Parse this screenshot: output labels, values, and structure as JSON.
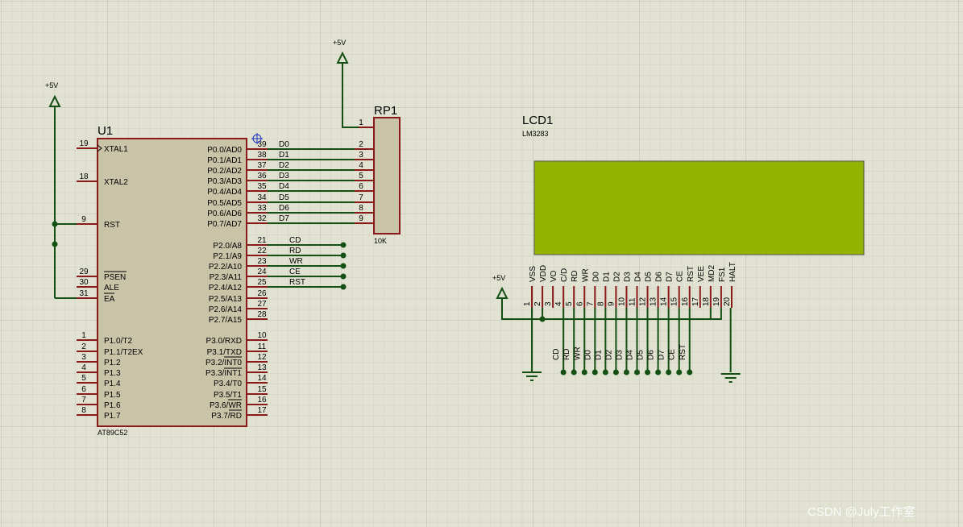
{
  "u1": {
    "ref": "U1",
    "part": "AT89C52",
    "left_pins": [
      {
        "num": "19",
        "name": "XTAL1"
      },
      {
        "num": "18",
        "name": "XTAL2"
      },
      {
        "num": "9",
        "name": "RST"
      },
      {
        "num": "29",
        "name": "PSEN"
      },
      {
        "num": "30",
        "name": "ALE"
      },
      {
        "num": "31",
        "name": "EA"
      },
      {
        "num": "1",
        "name": "P1.0/T2"
      },
      {
        "num": "2",
        "name": "P1.1/T2EX"
      },
      {
        "num": "3",
        "name": "P1.2"
      },
      {
        "num": "4",
        "name": "P1.3"
      },
      {
        "num": "5",
        "name": "P1.4"
      },
      {
        "num": "6",
        "name": "P1.5"
      },
      {
        "num": "7",
        "name": "P1.6"
      },
      {
        "num": "8",
        "name": "P1.7"
      }
    ],
    "right_pins": [
      {
        "num": "39",
        "name": "P0.0/AD0"
      },
      {
        "num": "38",
        "name": "P0.1/AD1"
      },
      {
        "num": "37",
        "name": "P0.2/AD2"
      },
      {
        "num": "36",
        "name": "P0.3/AD3"
      },
      {
        "num": "35",
        "name": "P0.4/AD4"
      },
      {
        "num": "34",
        "name": "P0.5/AD5"
      },
      {
        "num": "33",
        "name": "P0.6/AD6"
      },
      {
        "num": "32",
        "name": "P0.7/AD7"
      },
      {
        "num": "21",
        "name": "P2.0/A8"
      },
      {
        "num": "22",
        "name": "P2.1/A9"
      },
      {
        "num": "23",
        "name": "P2.2/A10"
      },
      {
        "num": "24",
        "name": "P2.3/A11"
      },
      {
        "num": "25",
        "name": "P2.4/A12"
      },
      {
        "num": "26",
        "name": "P2.5/A13"
      },
      {
        "num": "27",
        "name": "P2.6/A14"
      },
      {
        "num": "28",
        "name": "P2.7/A15"
      },
      {
        "num": "10",
        "name": "P3.0/RXD"
      },
      {
        "num": "11",
        "name": "P3.1/TXD"
      },
      {
        "num": "12",
        "name": "P3.2/INT0"
      },
      {
        "num": "13",
        "name": "P3.3/INT1"
      },
      {
        "num": "14",
        "name": "P3.4/T0"
      },
      {
        "num": "15",
        "name": "P3.5/T1"
      },
      {
        "num": "16",
        "name": "P3.6/WR"
      },
      {
        "num": "17",
        "name": "P3.7/RD"
      }
    ]
  },
  "rp1": {
    "ref": "RP1",
    "value": "10K",
    "pins": [
      "1",
      "2",
      "3",
      "4",
      "5",
      "6",
      "7",
      "8",
      "9"
    ]
  },
  "power": {
    "label_left": "+5V",
    "label_rp": "+5V",
    "label_lcd": "+5V"
  },
  "nets": {
    "data": [
      "D0",
      "D1",
      "D2",
      "D3",
      "D4",
      "D5",
      "D6",
      "D7"
    ],
    "control": [
      "CD",
      "RD",
      "WR",
      "CE",
      "RST"
    ]
  },
  "lcd1": {
    "ref": "LCD1",
    "part": "LM3283",
    "screen_color": "#94b200",
    "pin_names": [
      "VSS",
      "VDD",
      "VO",
      "C/D",
      "RD",
      "WR",
      "D0",
      "D1",
      "D2",
      "D3",
      "D4",
      "D5",
      "D6",
      "D7",
      "CE",
      "RST",
      "VEE",
      "MD2",
      "FS1",
      "HALT"
    ],
    "pin_nums": [
      "1",
      "2",
      "3",
      "4",
      "5",
      "6",
      "7",
      "8",
      "9",
      "10",
      "11",
      "12",
      "13",
      "14",
      "15",
      "16",
      "17",
      "18",
      "19",
      "20"
    ],
    "bus_labels": [
      "CD",
      "RD",
      "WR",
      "D0",
      "D1",
      "D2",
      "D3",
      "D4",
      "D5",
      "D6",
      "D7",
      "CE",
      "RST"
    ]
  },
  "colors": {
    "background": "#e2e2d2",
    "grid": "#cfcfbf",
    "grid_major": "#bdbdad",
    "chip_fill": "#c9c3a8",
    "chip_border": "#8a1a1a",
    "pin": "#8a1a1a",
    "wire": "#145014",
    "power": "#145014"
  },
  "watermark": "CSDN @July工作室"
}
